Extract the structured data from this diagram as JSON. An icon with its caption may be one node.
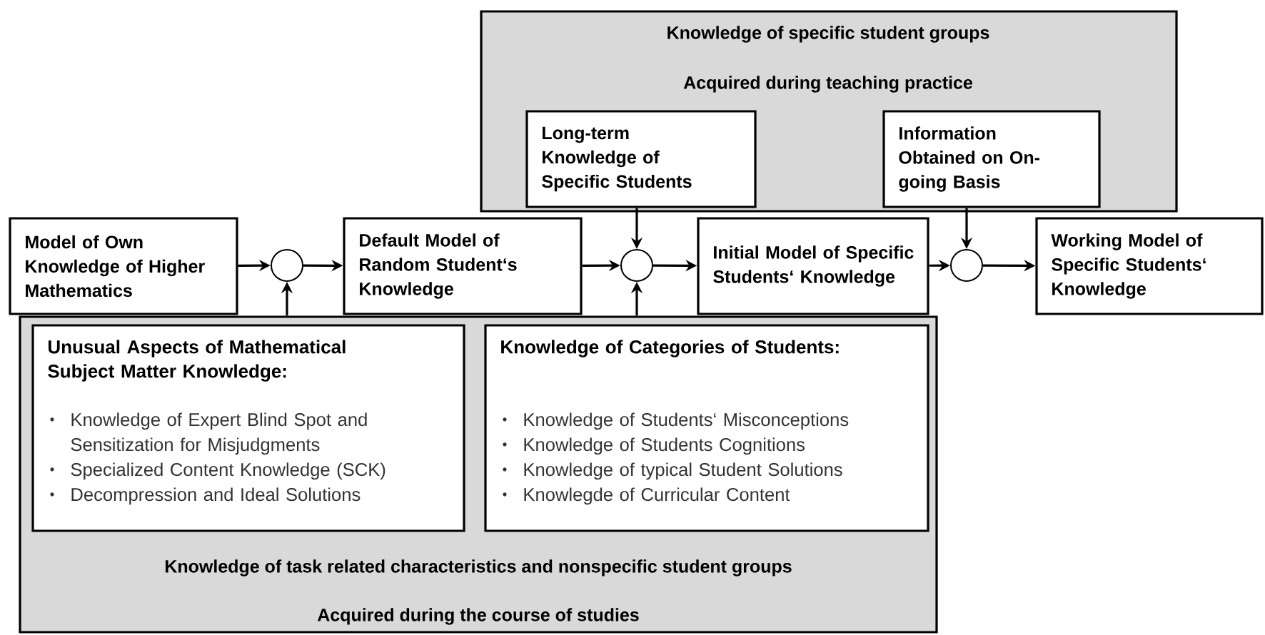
{
  "diagram": {
    "nodes": [
      {
        "text": [
          "Knowledge of specific student groups",
          "Acquired during teaching practice"
        ]
      },
      {
        "text": [
          "Long-term Knowledge of Specific Students"
        ],
        "in": 0
      },
      {
        "text": [
          "Information Obtained on On-going Basis"
        ],
        "in": 0
      },
      {
        "text": [
          "Model of Own Knowledge of Higher Mathematics"
        ]
      },
      {
        "text": [],
        "shape": "circle"
      },
      {
        "text": [
          "Default Model of Random Student‘s Knowledge"
        ]
      },
      {
        "text": [],
        "shape": "circle"
      },
      {
        "text": [
          "Initial Model of Specific Students‘ Knowledge"
        ]
      },
      {
        "text": [],
        "shape": "circle"
      },
      {
        "text": [
          "Working Model of Specific Students‘ Knowledge"
        ]
      },
      {
        "text": [
          "Knowledge of task related characteristics and nonspecific student groups",
          "Acquired during the course of studies"
        ]
      },
      {
        "text": [
          "Unusual Aspects of Mathematical Subject Matter Knowledge:",
          "Knowledge of Expert Blind Spot and Sensitization for Misjudgments",
          "Specialized Content Knowledge (SCK)",
          "Decompression and Ideal Solutions"
        ],
        "in": 10
      },
      {
        "text": [
          "Knowledge of Categories of Students:",
          "Knowledge of Students‘ Misconceptions",
          "Knowledge of Students Cognitions",
          "Knowledge of typical Student Solutions",
          "Knowlegde of Curricular Content"
        ],
        "in": 10
      }
    ],
    "edges": [
      {
        "from": 3,
        "to": 4,
        "arrow": "to"
      },
      {
        "from": 4,
        "to": 5,
        "arrow": "to"
      },
      {
        "from": 5,
        "to": 6,
        "arrow": "to"
      },
      {
        "from": 6,
        "to": 7,
        "arrow": "to"
      },
      {
        "from": 7,
        "to": 8,
        "arrow": "to"
      },
      {
        "from": 8,
        "to": 9,
        "arrow": "to"
      },
      {
        "from": 1,
        "to": 6,
        "arrow": "to"
      },
      {
        "from": 2,
        "to": 8,
        "arrow": "to"
      },
      {
        "from": 10,
        "to": 4,
        "arrow": "to"
      },
      {
        "from": 10,
        "to": 6,
        "arrow": "to"
      }
    ]
  }
}
